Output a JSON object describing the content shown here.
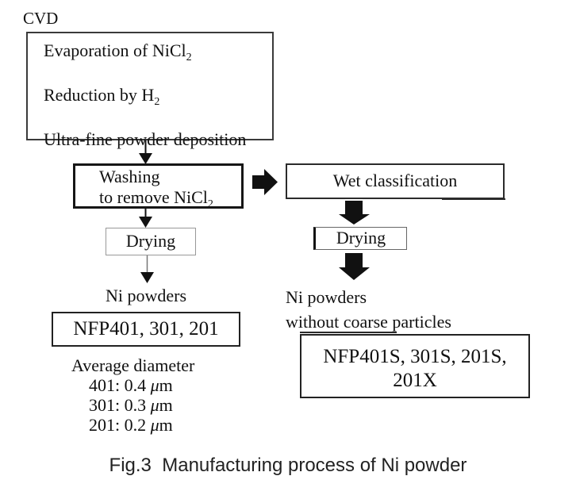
{
  "diagram": {
    "cvd_label": "CVD",
    "process_box": {
      "line1_text": "Evaporation of NiCl",
      "line1_sub": "2",
      "line2_text": "Reduction by H",
      "line2_sub": "2",
      "line3_text": "Ultra-fine powder deposition"
    },
    "washing_box": {
      "line1": "Washing",
      "line2_text": "to remove NiCl",
      "line2_sub": "2"
    },
    "wet_classification_box": "Wet classification",
    "drying_left_box": "Drying",
    "drying_right_box": "Drying",
    "ni_powders_left": "Ni powders",
    "nfp_box": "NFP401, 301, 201",
    "average_diameter": {
      "title": "Average diameter",
      "rows": [
        {
          "text": "401: 0.4 ",
          "mu": "μ",
          "unit": "m"
        },
        {
          "text": "301: 0.3 ",
          "mu": "μ",
          "unit": "m"
        },
        {
          "text": "201: 0.2 ",
          "mu": "μ",
          "unit": "m"
        }
      ]
    },
    "ni_powders_right_line1": "Ni powders",
    "ni_powders_right_line2": "without coarse particles",
    "nfps_box": {
      "line1": "NFP401S, 301S, 201S,",
      "line2": "201X"
    },
    "icons": {
      "thin_down_arrow": "↓",
      "block_right_arrow": "➡",
      "block_down_arrow": "⬇"
    },
    "colors": {
      "ink": "#111111",
      "background": "#ffffff"
    }
  },
  "caption": "Fig.3  Manufacturing process of Ni powder"
}
